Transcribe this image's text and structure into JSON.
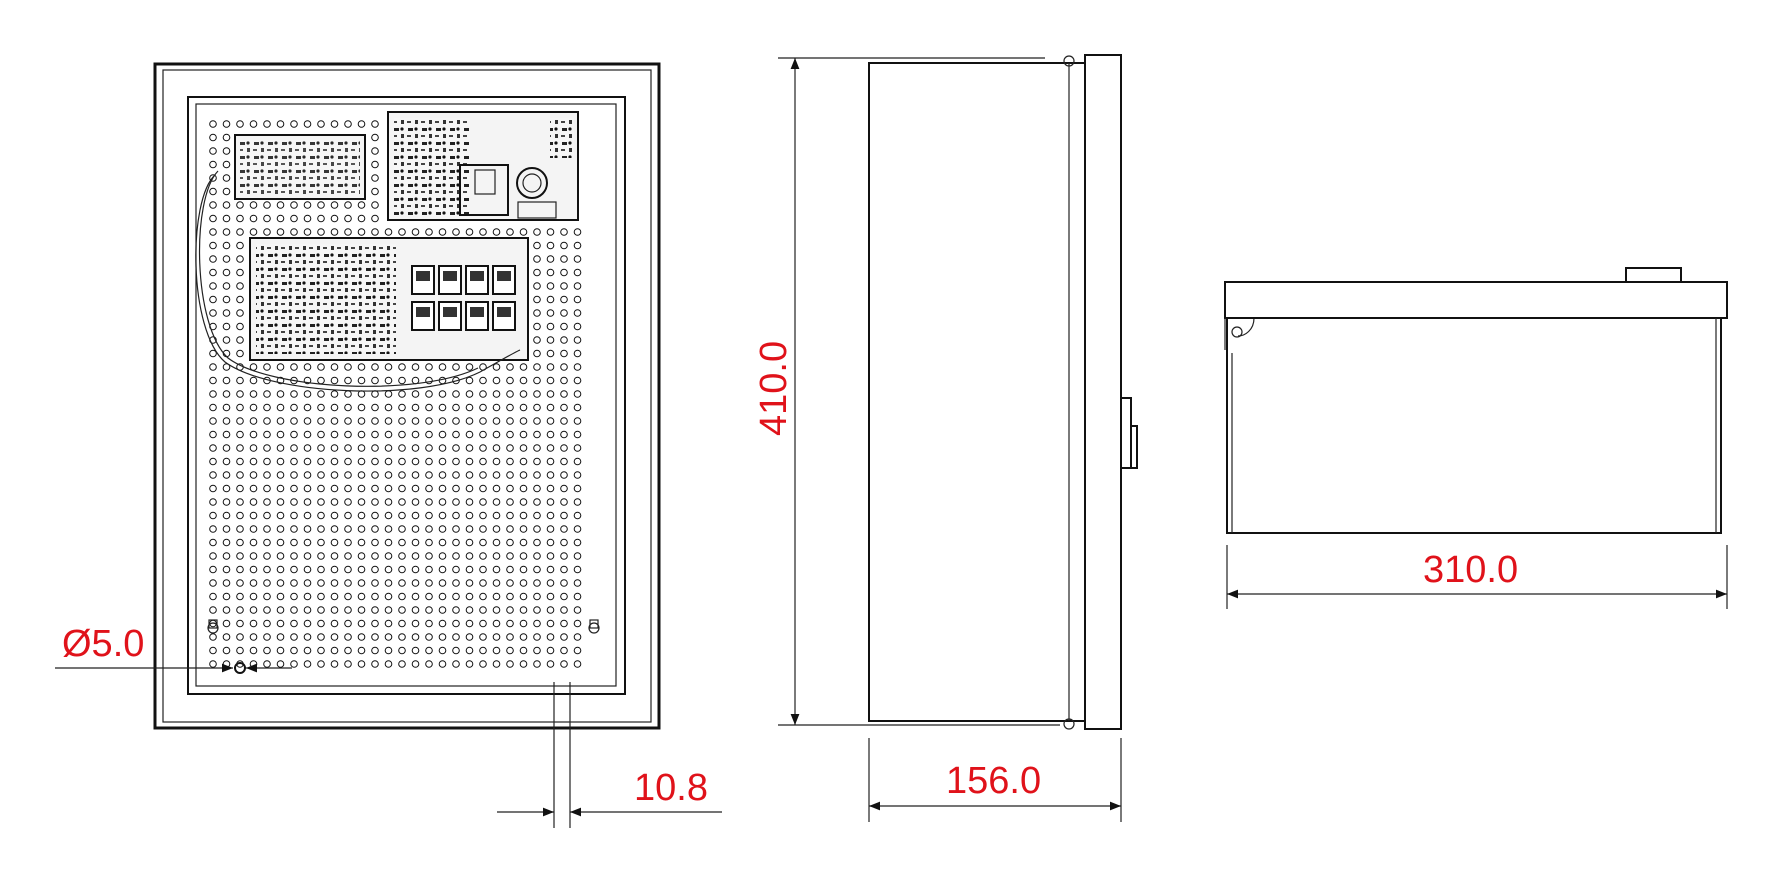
{
  "dimensions": {
    "hole_diameter": "Ø5.0",
    "hole_pitch": "10.8",
    "height": "410.0",
    "depth": "156.0",
    "width": "310.0"
  },
  "colors": {
    "dimension_text": "#e0121a",
    "line": "#111111",
    "background": "#ffffff"
  }
}
